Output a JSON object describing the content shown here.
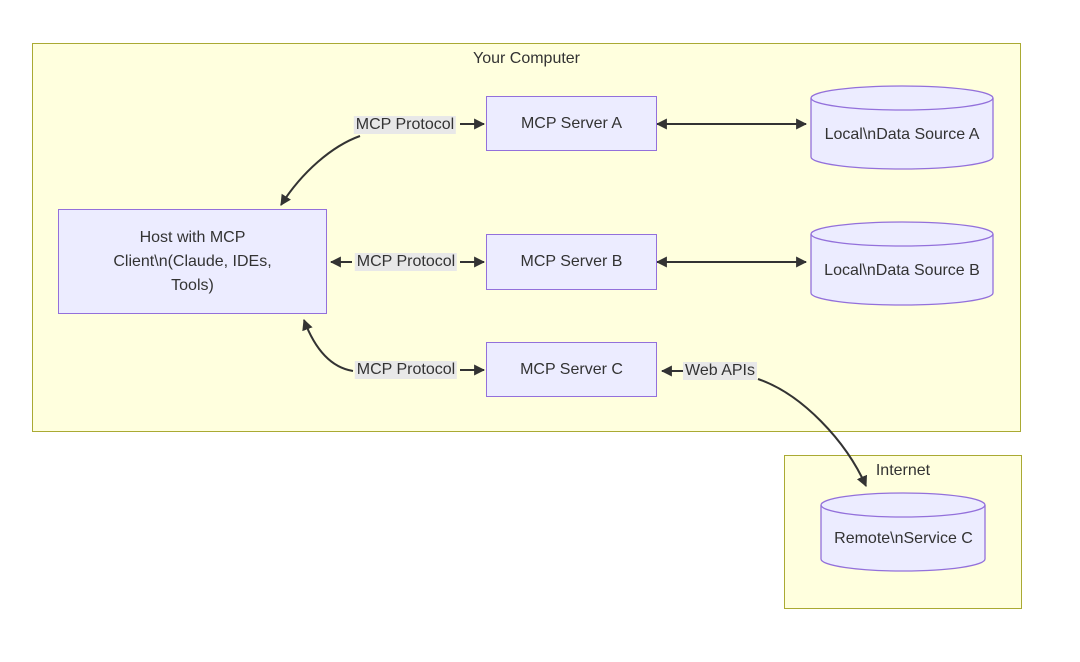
{
  "clusters": {
    "your_computer": {
      "title": "Your Computer"
    },
    "internet": {
      "title": "Internet"
    }
  },
  "nodes": {
    "host": {
      "lines": [
        "Host with MCP",
        "Client\\n(Claude, IDEs,",
        "Tools)"
      ]
    },
    "server_a": {
      "label": "MCP Server A"
    },
    "server_b": {
      "label": "MCP Server B"
    },
    "server_c": {
      "label": "MCP Server C"
    },
    "data_source_a": {
      "label": "Local\\nData Source A"
    },
    "data_source_b": {
      "label": "Local\\nData Source B"
    },
    "remote_service_c": {
      "label": "Remote\\nService C"
    }
  },
  "edge_labels": {
    "protocol_a": "MCP Protocol",
    "protocol_b": "MCP Protocol",
    "protocol_c": "MCP Protocol",
    "web_apis": "Web APIs"
  },
  "colors": {
    "cluster_fill": "#ffffde",
    "cluster_border": "#aaaa33",
    "node_fill": "#ececff",
    "node_border": "#9370db",
    "edge_stroke": "#333333",
    "edge_label_bg": "#e8e8e8",
    "text": "#333333",
    "background": "#ffffff"
  }
}
